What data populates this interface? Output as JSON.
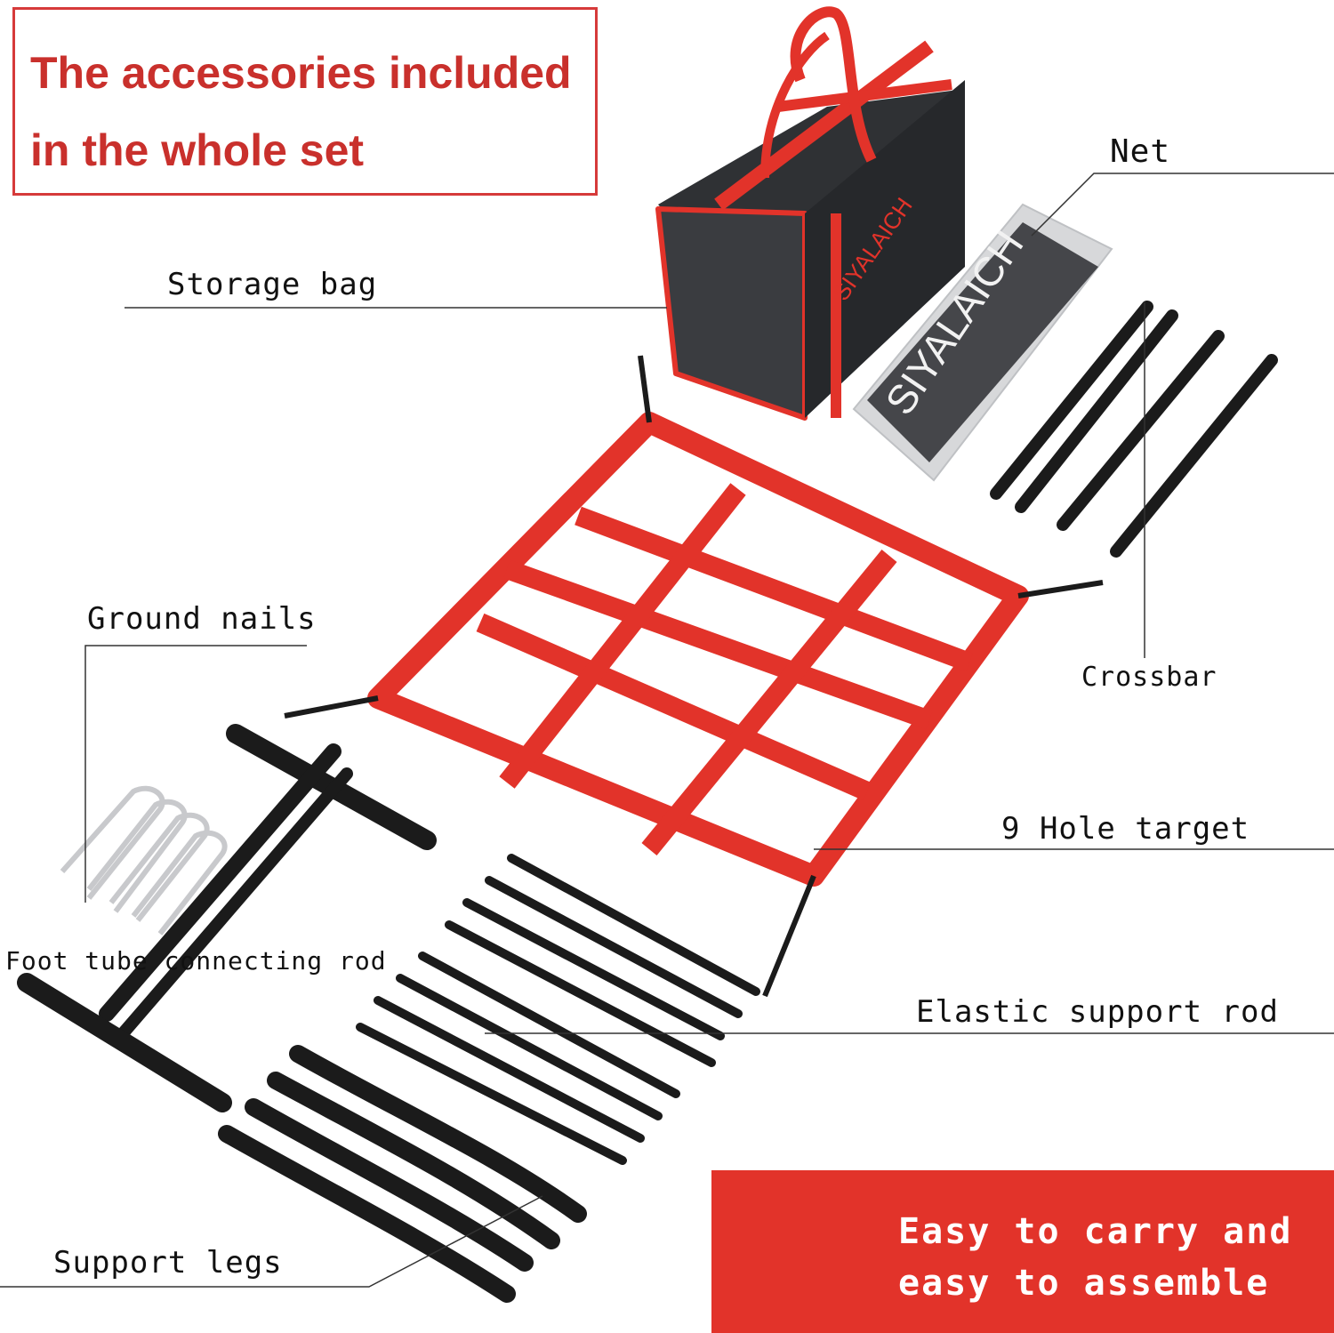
{
  "header": {
    "line1": "The accessories included",
    "line2": "in the whole set"
  },
  "labels": {
    "storage_bag": "Storage bag",
    "net": "Net",
    "crossbar": "Crossbar",
    "ground_nails": "Ground nails",
    "nine_hole_target": "9 Hole target",
    "foot_tube": "Foot tube connecting rod",
    "elastic_rod": "Elastic support rod",
    "support_legs": "Support legs"
  },
  "brand": "SIYALAICH",
  "banner": {
    "line1": "Easy to carry and",
    "line2": "easy to assemble"
  },
  "colors": {
    "accent": "#e2332a",
    "title_red": "#c9302c",
    "rod": "#1b1b1b",
    "bag": "#333538"
  }
}
